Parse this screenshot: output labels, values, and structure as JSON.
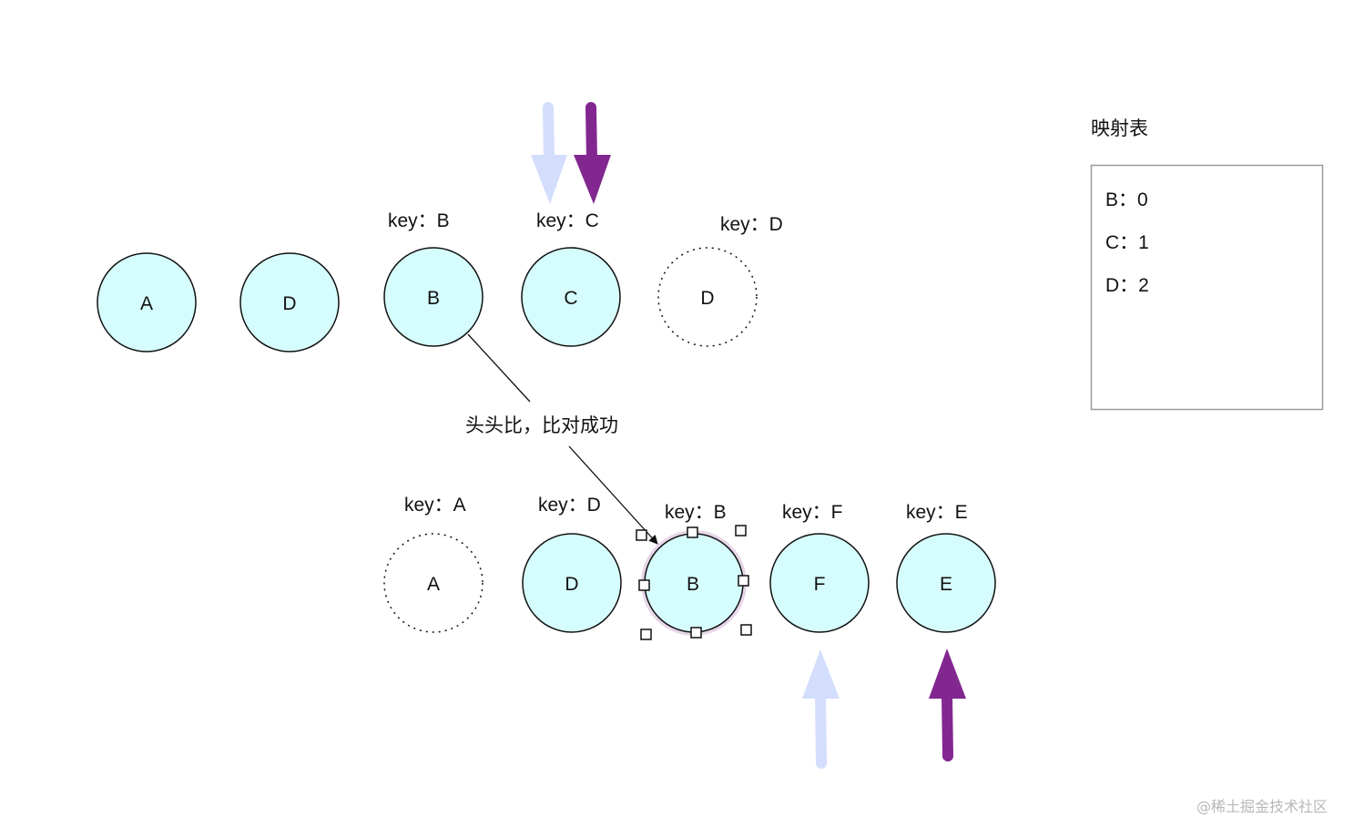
{
  "colors": {
    "node_fill": "#d6fdfd",
    "node_stroke": "#111111",
    "light_arrow": "#d3defc",
    "dark_arrow": "#822790",
    "map_border": "#999999",
    "watermark": "#b8b8b8"
  },
  "old_nodes": [
    {
      "letter": "A",
      "key_label": "",
      "style": "solid"
    },
    {
      "letter": "D",
      "key_label": "",
      "style": "solid"
    },
    {
      "letter": "B",
      "key_label": "key：B",
      "style": "solid"
    },
    {
      "letter": "C",
      "key_label": "key：C",
      "style": "solid"
    },
    {
      "letter": "D",
      "key_label": "key：D",
      "style": "dashed"
    }
  ],
  "new_nodes": [
    {
      "letter": "A",
      "key_label": "key：A",
      "style": "dashed"
    },
    {
      "letter": "D",
      "key_label": "key：D",
      "style": "solid"
    },
    {
      "letter": "B",
      "key_label": "key：B",
      "style": "selected"
    },
    {
      "letter": "F",
      "key_label": "key：F",
      "style": "solid"
    },
    {
      "letter": "E",
      "key_label": "key：E",
      "style": "solid"
    }
  ],
  "annotation": "头头比，比对成功",
  "map_table": {
    "title": "映射表",
    "entries": [
      "B：0",
      "C：1",
      "D：2"
    ]
  },
  "pointers": {
    "old_start": "light",
    "old_end": "dark",
    "new_start": "light",
    "new_end": "dark"
  },
  "watermark": "@稀土掘金技术社区"
}
